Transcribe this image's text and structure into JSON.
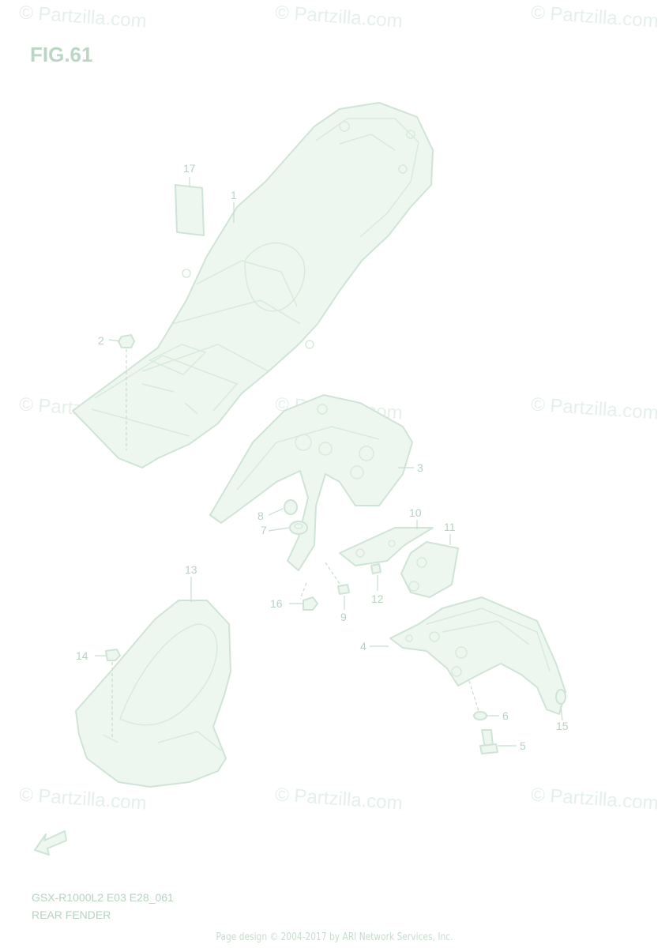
{
  "figure_title": "FIG.61",
  "watermark_text": "© Partzilla.com",
  "model_code": "GSX-R1000L2 E03 E28_061",
  "figure_name": "REAR FENDER",
  "copyright": "Page design © 2004-2017 by ARI Network Services, Inc.",
  "callouts": {
    "c1": "1",
    "c2": "2",
    "c3": "3",
    "c4": "4",
    "c5": "5",
    "c6": "6",
    "c7": "7",
    "c8": "8",
    "c9": "9",
    "c10": "10",
    "c11": "11",
    "c12": "12",
    "c13": "13",
    "c14": "14",
    "c15": "15",
    "c16": "16",
    "c17": "17"
  },
  "colors": {
    "line": "#cfe4d6",
    "text": "#b8d2c1",
    "watermark": "#e6f0ea"
  }
}
